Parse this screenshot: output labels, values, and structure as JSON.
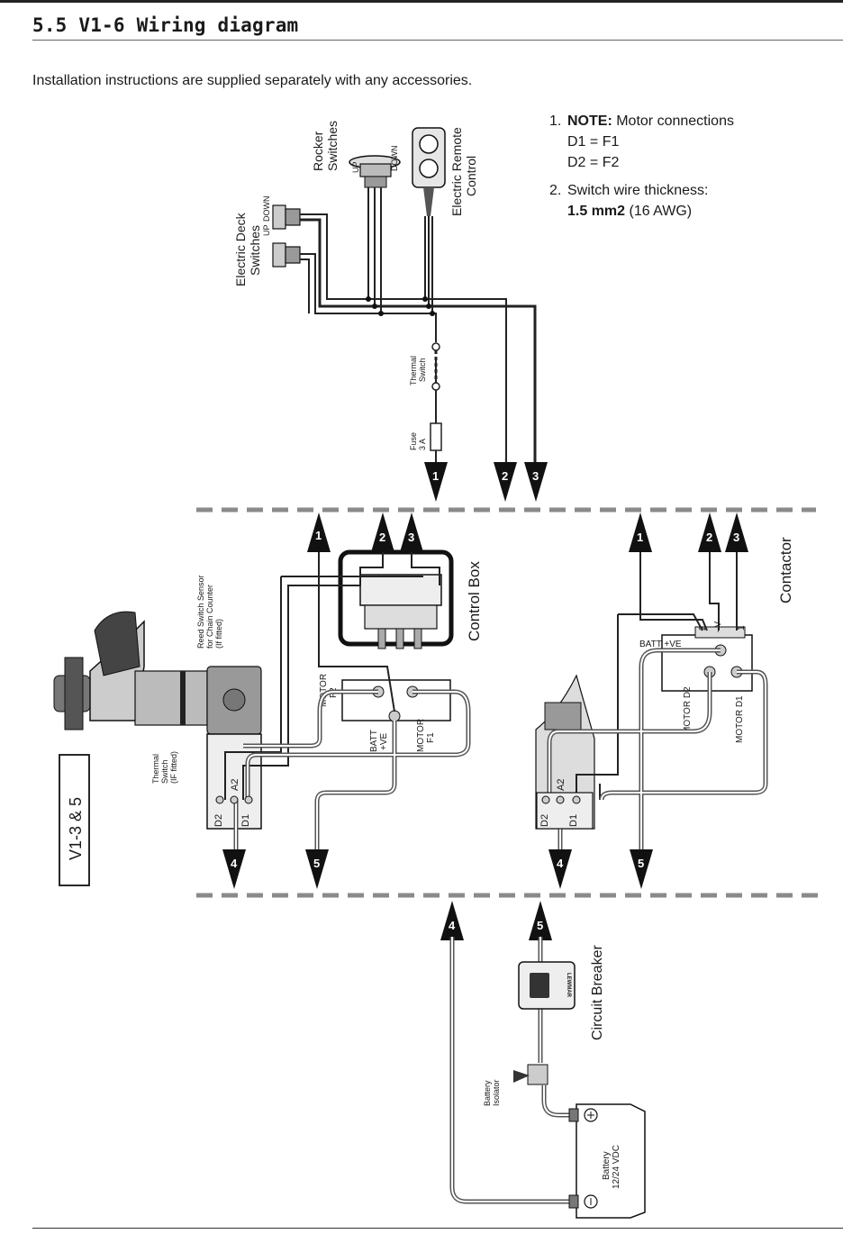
{
  "header": {
    "title": "5.5 V1-6 Wiring diagram"
  },
  "intro": "Installation instructions are supplied separately with any accessories.",
  "notes": {
    "n1_num": "1.",
    "n1_bold": "NOTE:",
    "n1_text": " Motor connections",
    "n1_l2": "D1 = F1",
    "n1_l3": "D2 = F2",
    "n2_num": "2.",
    "n2_text": "Switch wire thickness:",
    "n2_bold": "1.5 mm2",
    "n2_tail": " (16 AWG)"
  },
  "labels": {
    "rocker": [
      "Rocker",
      "Switches"
    ],
    "up": "UP",
    "down": "DOWN",
    "remote": [
      "Electric Remote",
      "Control"
    ],
    "deck": [
      "Electric Deck",
      "Switches"
    ],
    "deck_up": "UP",
    "deck_down": "DOWN",
    "thermal_top": [
      "Thermal",
      "Switch"
    ],
    "fuse": [
      "Fuse",
      "3 A"
    ],
    "reed": [
      "Reed Switch Sensor",
      "for Chain Counter",
      "(If fitted)"
    ],
    "control_box": "Control Box",
    "contactor": "Contactor",
    "motor_f2": [
      "MOTOR",
      "F2"
    ],
    "batt_ve": [
      "BATT",
      "+VE"
    ],
    "motor_f1": [
      "MOTOR",
      "F1"
    ],
    "thermal_left": [
      "Thermal",
      "Switch",
      "(IF fitted)"
    ],
    "model": "V1-3 & 5",
    "a2": "A2",
    "d2": "D2",
    "d1": "D1",
    "batt_ve_contactor": "BATT +VE",
    "term_2": "2",
    "term_v": "–V",
    "term_1": "1",
    "motor_d2": "MOTOR D2",
    "motor_d1": "MOTOR D1",
    "circuit_breaker": "Circuit Breaker",
    "battery_isolator": [
      "Battery",
      "Isolator"
    ],
    "battery": [
      "Battery",
      "12/24 VDC"
    ],
    "breaker_brand": "LEWMAR"
  },
  "markers": {
    "m1": "1",
    "m2": "2",
    "m3": "3",
    "m4": "4",
    "m5": "5"
  }
}
